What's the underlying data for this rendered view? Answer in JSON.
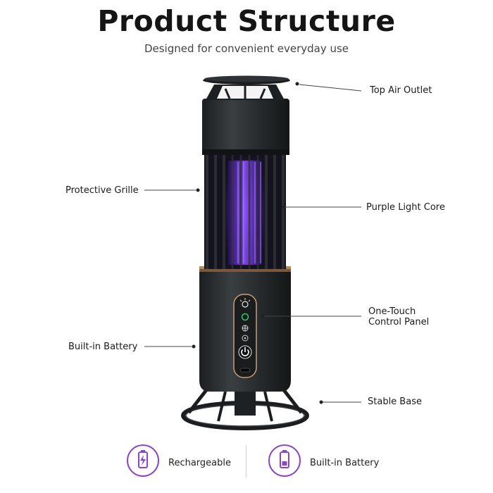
{
  "header": {
    "title": "Product Structure",
    "subtitle": "Designed for convenient everyday use"
  },
  "callouts": {
    "top_air_outlet": "Top Air Outlet",
    "protective_grille": "Protective Grille",
    "purple_light_core": "Purple Light Core",
    "control_panel_line1": "One-Touch",
    "control_panel_line2": "Control Panel",
    "built_in_battery": "Built-in Battery",
    "stable_base": "Stable Base"
  },
  "features": [
    {
      "label": "Rechargeable",
      "icon": "battery-charging-icon"
    },
    {
      "label": "Built-in Battery",
      "icon": "battery-icon"
    }
  ],
  "colors": {
    "accent": "#8e44c9",
    "uv_light": "#7b3cff",
    "body": "#262a2c",
    "panel_led_green": "#2ecc71"
  }
}
